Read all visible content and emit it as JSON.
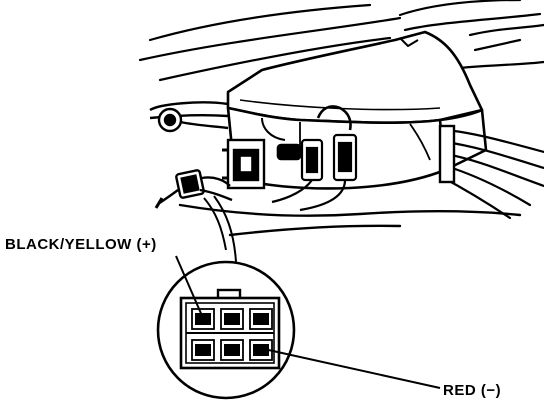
{
  "labels": {
    "black_yellow": "BLACK/YELLOW (+)",
    "red": "RED (−)"
  },
  "connector": {
    "terminal_rows": 2,
    "terminal_columns": 3
  },
  "colors": {
    "ink": "#000000",
    "paper": "#ffffff"
  }
}
